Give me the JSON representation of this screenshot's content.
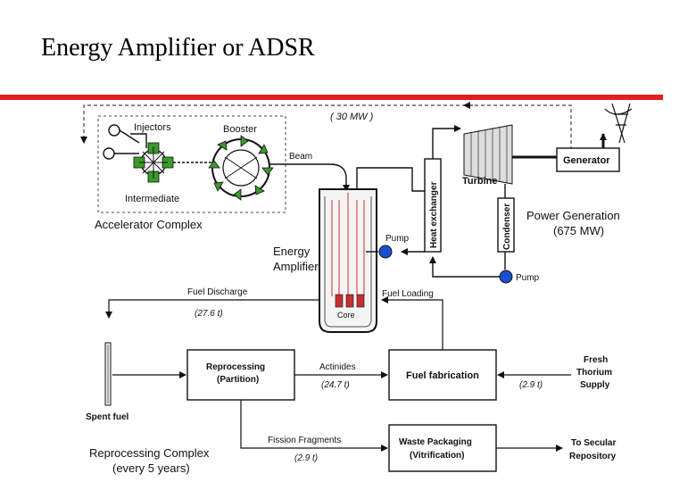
{
  "slide": {
    "title": "Energy Amplifier or ADSR"
  },
  "colors": {
    "title_bar": "#e02020",
    "pump_blue": "#1a4fd0",
    "booster_green": "#3a9a2a",
    "core_red": "#c83030"
  },
  "icons": [
    "power-line-tower-icon",
    "pump-icon",
    "injector-icon",
    "booster-ring-icon",
    "turbine-icon",
    "generator-icon"
  ],
  "diagram": {
    "top_power": "( 30 MW )",
    "accelerator": {
      "injectors": "Injectors",
      "booster": "Booster",
      "intermediate": "Intermediate",
      "complex_label": "Accelerator Complex",
      "beam": "Beam"
    },
    "reactor": {
      "label_line1": "Energy",
      "label_line2": "Amplifier",
      "core": "Core",
      "pump": "Pump"
    },
    "power": {
      "heat_exchanger": "Heat exchanger",
      "turbine": "Turbine",
      "generator": "Generator",
      "condenser": "Condenser",
      "generation_line1": "Power Generation",
      "generation_line2": "(675 MW)",
      "pump": "Pump"
    },
    "fuel": {
      "discharge": "Fuel Discharge",
      "discharge_amount": "(27.6 t)",
      "loading": "Fuel Loading",
      "spent_fuel": "Spent fuel",
      "reprocessing_line1": "Reprocessing",
      "reprocessing_line2": "(Partition)",
      "actinides": "Actinides",
      "actinides_amount": "(24.7 t)",
      "fabrication": "Fuel fabrication",
      "thorium_amount": "(2.9 t)",
      "fresh_line1": "Fresh",
      "fresh_line2": "Thorium",
      "fresh_line3": "Supply",
      "fission_fragments": "Fission Fragments",
      "fission_amount": "(2.9 t)",
      "waste_line1": "Waste Packaging",
      "waste_line2": "(Vitrification)",
      "secular_line1": "To Secular",
      "secular_line2": "Repository",
      "complex_line1": "Reprocessing Complex",
      "complex_line2": "(every 5 years)"
    }
  }
}
